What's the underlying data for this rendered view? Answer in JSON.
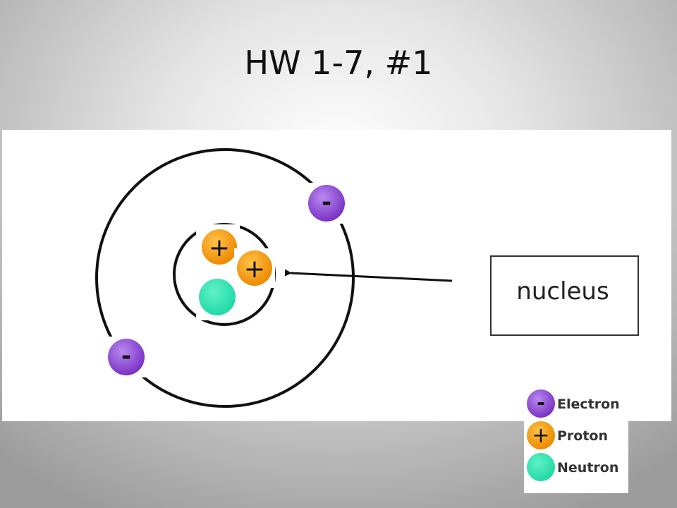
{
  "title": "HW 1-7, #1",
  "callout": {
    "label": "nucleus"
  },
  "particles": {
    "electron_sign": "-",
    "proton_sign": "+"
  },
  "legend": [
    {
      "label": "Electron",
      "symbol": "-",
      "color": "#8a44d0"
    },
    {
      "label": "Proton",
      "symbol": "+",
      "color": "#f39a12"
    },
    {
      "label": "Neutron",
      "symbol": "",
      "color": "#2be0b0"
    }
  ],
  "colors": {
    "electron": "#8a44d0",
    "proton": "#f39a12",
    "neutron": "#2be0b0"
  }
}
